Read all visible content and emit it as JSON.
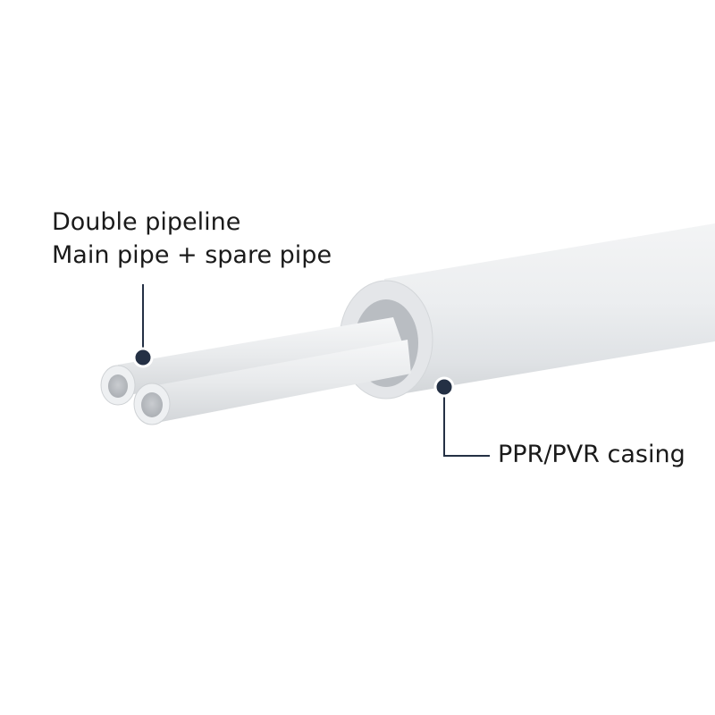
{
  "callouts": {
    "pipeline_title": "Double pipeline",
    "pipeline_detail": "Main pipe + spare pipe",
    "casing_label": "PPR/PVR casing"
  },
  "colors": {
    "background": "#ffffff",
    "pipe_body": "#e9ebed",
    "pipe_highlight": "#f7f8f9",
    "pipe_shadow": "#cfd2d5",
    "callout_marker": "#243044",
    "text": "#1a1a1a"
  }
}
